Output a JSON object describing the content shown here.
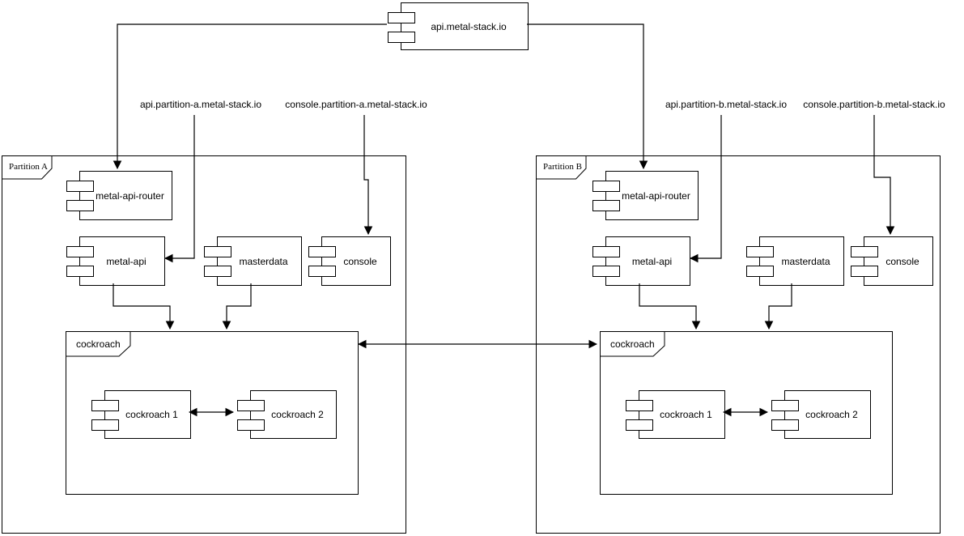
{
  "diagram": {
    "root_component": {
      "label": "api.metal-stack.io"
    },
    "dns_labels": {
      "api_a": "api.partition-a.metal-stack.io",
      "console_a": "console.partition-a.metal-stack.io",
      "api_b": "api.partition-b.metal-stack.io",
      "console_b": "console.partition-b.metal-stack.io"
    },
    "partition_a": {
      "label": "Partition A",
      "router": "metal-api-router",
      "metal_api": "metal-api",
      "masterdata": "masterdata",
      "console": "console",
      "db_cluster": {
        "label": "cockroach",
        "node1": "cockroach 1",
        "node2": "cockroach 2"
      }
    },
    "partition_b": {
      "label": "Partition B",
      "router": "metal-api-router",
      "metal_api": "metal-api",
      "masterdata": "masterdata",
      "console": "console",
      "db_cluster": {
        "label": "cockroach",
        "node1": "cockroach 1",
        "node2": "cockroach 2"
      }
    },
    "colors": {
      "stroke": "#000000",
      "background": "#ffffff"
    }
  }
}
